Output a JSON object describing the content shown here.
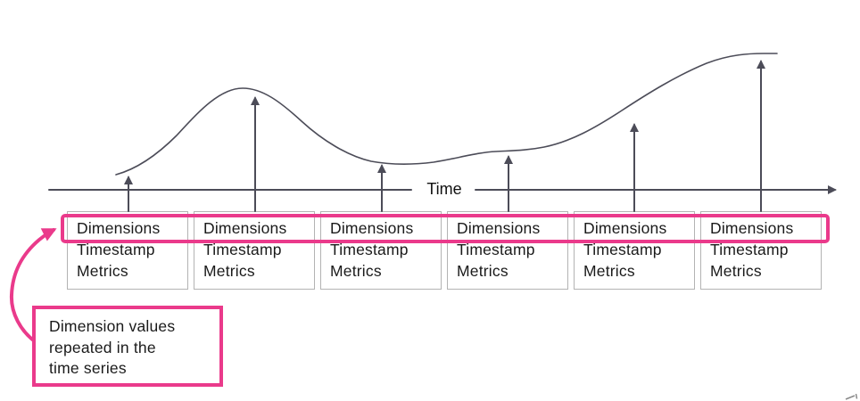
{
  "colors": {
    "accent_pink": "#ea3a8b",
    "line_dark": "#4c4c58",
    "box_border": "#b3b3b3",
    "text_dark": "#1a1a1a"
  },
  "axis": {
    "label": "Time"
  },
  "records": [
    {
      "lines": [
        "Dimensions",
        "Timestamp",
        "Metrics"
      ]
    },
    {
      "lines": [
        "Dimensions",
        "Timestamp",
        "Metrics"
      ]
    },
    {
      "lines": [
        "Dimensions",
        "Timestamp",
        "Metrics"
      ]
    },
    {
      "lines": [
        "Dimensions",
        "Timestamp",
        "Metrics"
      ]
    },
    {
      "lines": [
        "Dimensions",
        "Timestamp",
        "Metrics"
      ]
    },
    {
      "lines": [
        "Dimensions",
        "Timestamp",
        "Metrics"
      ]
    }
  ],
  "callout": {
    "lines": [
      "Dimension values",
      "repeated in the",
      "time series"
    ]
  }
}
